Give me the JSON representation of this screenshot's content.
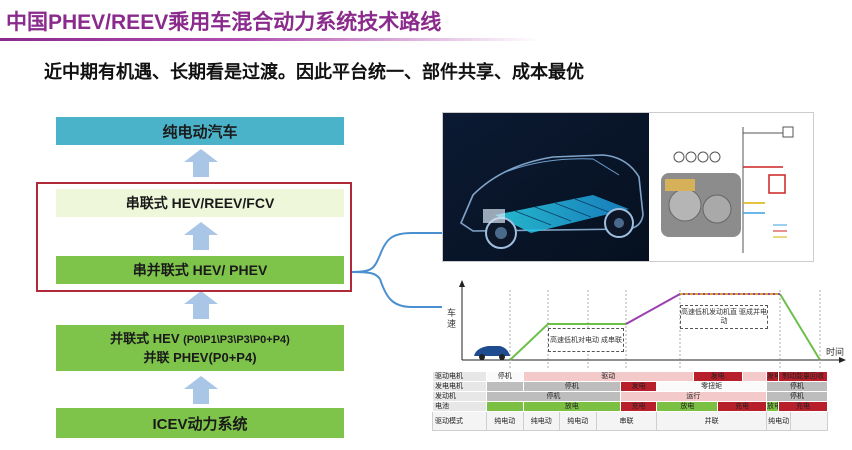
{
  "header": {
    "title": "中国PHEV/REEV乘用车混合动力系统技术路线",
    "subtitle": "近中期有机遇、长期看是过渡。因此平台统一、部件共享、成本最优"
  },
  "ladder": {
    "bev": "纯电动汽车",
    "series": "串联式 HEV/REEV/FCV",
    "series_parallel": "串并联式 HEV/ PHEV",
    "parallel_line1_main": "并联式 HEV",
    "parallel_line1_detail": "(P0\\P1\\P3\\P3\\P0+P4)",
    "parallel_line2": "并联 PHEV(P0+P4)",
    "ice": "ICEV动力系统"
  },
  "speed_chart": {
    "ylabel": "车速",
    "xlabel": "时间",
    "note_left": "高速低机对电动 成串联",
    "note_right": "高速低机发动机直 驱成并电动"
  },
  "mode_table": {
    "rows": [
      {
        "label": "驱动电机",
        "cells": [
          {
            "text": "停机",
            "span": 3,
            "style": "c-white"
          },
          {
            "text": "驱动",
            "span": 14,
            "style": "c-pink"
          },
          {
            "text": "发电",
            "span": 4,
            "style": "c-red"
          },
          {
            "text": "",
            "span": 2,
            "style": "c-pink"
          },
          {
            "text": "发电",
            "span": 1,
            "style": "c-red"
          },
          {
            "text": "制动能量回收",
            "span": 4,
            "style": "c-red"
          }
        ]
      },
      {
        "label": "发电电机",
        "cells": [
          {
            "text": "",
            "span": 3,
            "style": "c-gray"
          },
          {
            "text": "停机",
            "span": 8,
            "style": "c-gray"
          },
          {
            "text": "发电",
            "span": 3,
            "style": "c-red"
          },
          {
            "text": "零扭矩",
            "span": 9,
            "style": "c-white"
          },
          {
            "text": "停机",
            "span": 5,
            "style": "c-gray"
          }
        ]
      },
      {
        "label": "发动机",
        "cells": [
          {
            "text": "停机",
            "span": 11,
            "style": "c-gray"
          },
          {
            "text": "运行",
            "span": 12,
            "style": "c-pink"
          },
          {
            "text": "停机",
            "span": 5,
            "style": "c-gray"
          }
        ]
      },
      {
        "label": "电池",
        "cells": [
          {
            "text": "",
            "span": 3,
            "style": "c-green"
          },
          {
            "text": "放电",
            "span": 8,
            "style": "c-green"
          },
          {
            "text": "充电",
            "span": 3,
            "style": "c-red"
          },
          {
            "text": "放电",
            "span": 5,
            "style": "c-green"
          },
          {
            "text": "充电",
            "span": 4,
            "style": "c-red"
          },
          {
            "text": "放电",
            "span": 1,
            "style": "c-green"
          },
          {
            "text": "充电",
            "span": 4,
            "style": "c-red"
          }
        ]
      },
      {
        "label": "驱动模式",
        "cells": [
          {
            "text": "纯电动",
            "span": 3,
            "style": "c-white"
          },
          {
            "text": "纯电动",
            "span": 3,
            "style": "c-white"
          },
          {
            "text": "纯电动",
            "span": 3,
            "style": "c-white"
          },
          {
            "text": "串联",
            "span": 5,
            "style": "c-white"
          },
          {
            "text": "并联",
            "span": 9,
            "style": "c-white"
          },
          {
            "text": "纯电动",
            "span": 2,
            "style": "c-white"
          },
          {
            "text": "",
            "span": 3,
            "style": "c-white"
          }
        ]
      }
    ]
  },
  "colors": {
    "title": "#8a2a8c",
    "bev_box": "#4bb3c9",
    "series_box": "#eef7d9",
    "green_box": "#7ec44a",
    "highlight": "#b02a3a",
    "arrow": "#a9c6e6",
    "speed_line": "#6cc04a",
    "speed_line_high": "#9b3fb0"
  },
  "icons": {
    "arrows": "up-arrow-icon",
    "bracket": "bracket-connector-icon",
    "vehicle_photo": "vehicle-cutaway-icon",
    "powertrain_diagram": "powertrain-schematic-icon",
    "car": "car-icon"
  }
}
